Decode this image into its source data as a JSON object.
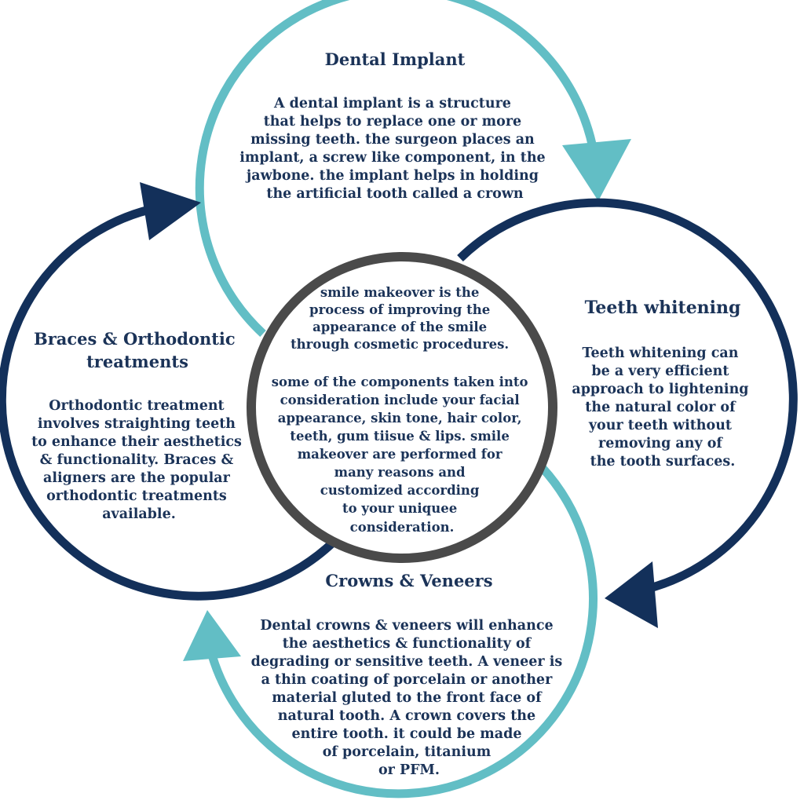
{
  "colors": {
    "teal": "#62bec5",
    "navy": "#13305a",
    "center_ring": "#4a4a4a",
    "text": "#1b3358",
    "background": "#ffffff"
  },
  "center": {
    "paragraph1": [
      "smile makeover is the",
      "process of improving the",
      "appearance of the smile",
      "through cosmetic procedures."
    ],
    "paragraph2": [
      "some of the components taken into",
      "consideration include your facial",
      "appearance, skin tone, hair color,",
      "teeth, gum tiisue & lips. smile",
      "makeover are performed for",
      "many reasons and",
      "customized according",
      "to your uniquee",
      "consideration."
    ]
  },
  "sections": {
    "dental_implant": {
      "title": "Dental Implant",
      "body": [
        "A dental implant is a structure",
        "that helps to replace one or more",
        "missing teeth. the surgeon places an",
        "implant, a screw like component, in the",
        "jawbone. the implant helps in holding",
        "the artificial tooth called a crown"
      ]
    },
    "teeth_whitening": {
      "title": "Teeth whitening",
      "body": [
        "Teeth whitening can",
        "be a very efficient",
        "approach to lightening",
        "the natural color of",
        "your teeth without",
        "removing any of",
        "the tooth surfaces."
      ]
    },
    "crowns_veneers": {
      "title": "Crowns & Veneers",
      "body": [
        "Dental crowns & veneers will enhance",
        "the aesthetics & functionality of",
        "degrading or sensitive teeth. A veneer is",
        "a thin coating of porcelain  or another",
        "material gluted to the front face of",
        "natural tooth. A crown covers the",
        "entire tooth. it could be made",
        "of porcelain, titanium",
        "or PFM."
      ]
    },
    "braces": {
      "title": [
        "Braces & Orthodontic",
        "treatments"
      ],
      "body": [
        "Orthodontic treatment",
        "involves straighting teeth",
        "to enhance their aesthetics",
        "& functionality. Braces &",
        "aligners are the popular",
        "orthodontic treatments",
        "available."
      ]
    }
  }
}
